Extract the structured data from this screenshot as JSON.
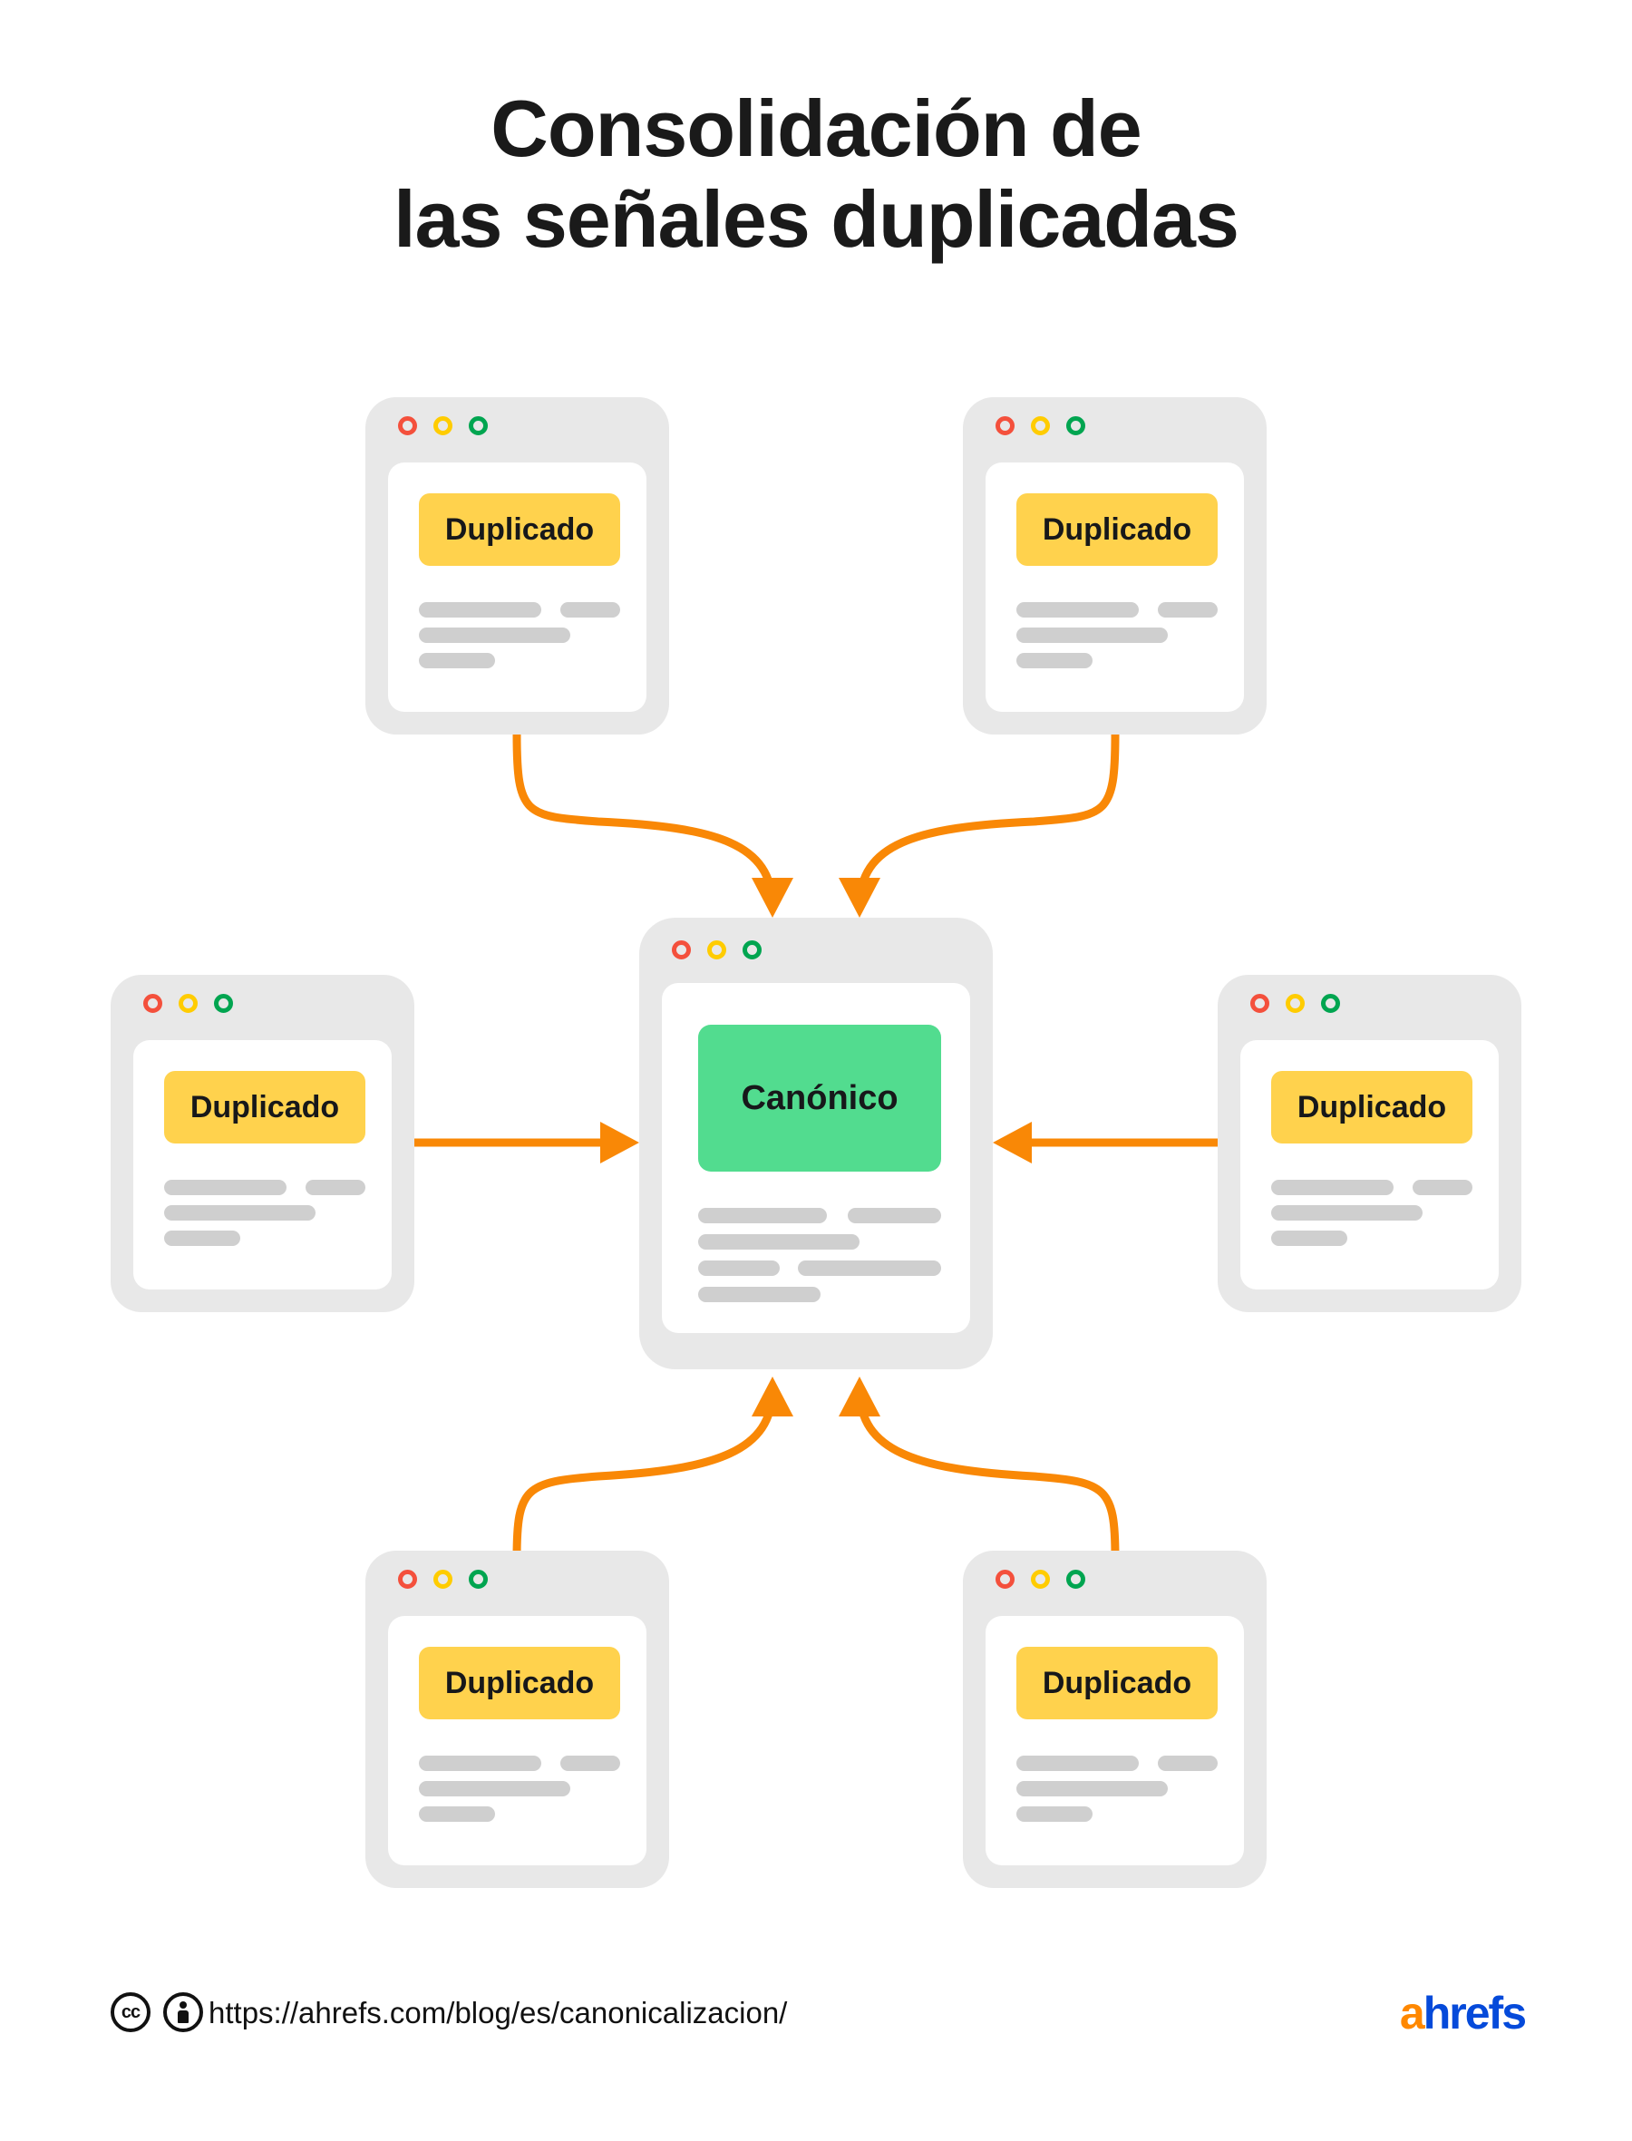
{
  "title": "Consolidación de\nlas señales duplicadas",
  "colors": {
    "accent_orange": "#f98806",
    "badge_yellow": "#ffd24d",
    "badge_green": "#52dc8f",
    "card_grey": "#e8e8e8",
    "line_grey": "#cfcfcf",
    "text_dark": "#1a1a1a",
    "dot_red": "#f4503c",
    "dot_yellow": "#ffcc00",
    "dot_green": "#00a550",
    "logo_orange": "#ff8800",
    "logo_blue": "#054ada"
  },
  "window_controls": [
    {
      "name": "close-dot",
      "color": "#f4503c"
    },
    {
      "name": "minimize-dot",
      "color": "#ffcc00"
    },
    {
      "name": "maximize-dot",
      "color": "#00a550"
    }
  ],
  "cards": [
    {
      "id": "duplicate-top-left",
      "label": "Duplicado",
      "kind": "duplicate"
    },
    {
      "id": "duplicate-top-right",
      "label": "Duplicado",
      "kind": "duplicate"
    },
    {
      "id": "duplicate-left",
      "label": "Duplicado",
      "kind": "duplicate"
    },
    {
      "id": "canonical-center",
      "label": "Canónico",
      "kind": "canonical"
    },
    {
      "id": "duplicate-right",
      "label": "Duplicado",
      "kind": "duplicate"
    },
    {
      "id": "duplicate-bottom-left",
      "label": "Duplicado",
      "kind": "duplicate"
    },
    {
      "id": "duplicate-bottom-right",
      "label": "Duplicado",
      "kind": "duplicate"
    }
  ],
  "arrows": [
    {
      "from": "duplicate-top-left",
      "to": "canonical-center",
      "shape": "curve-down"
    },
    {
      "from": "duplicate-top-right",
      "to": "canonical-center",
      "shape": "curve-down"
    },
    {
      "from": "duplicate-left",
      "to": "canonical-center",
      "shape": "straight-right"
    },
    {
      "from": "duplicate-right",
      "to": "canonical-center",
      "shape": "straight-left"
    },
    {
      "from": "duplicate-bottom-left",
      "to": "canonical-center",
      "shape": "curve-up"
    },
    {
      "from": "duplicate-bottom-right",
      "to": "canonical-center",
      "shape": "curve-up"
    }
  ],
  "footer": {
    "license_cc": "cc",
    "license_by": "by-attribution-icon",
    "url": "https://ahrefs.com/blog/es/canonicalizacion/",
    "logo_a": "a",
    "logo_rest": "hrefs"
  }
}
